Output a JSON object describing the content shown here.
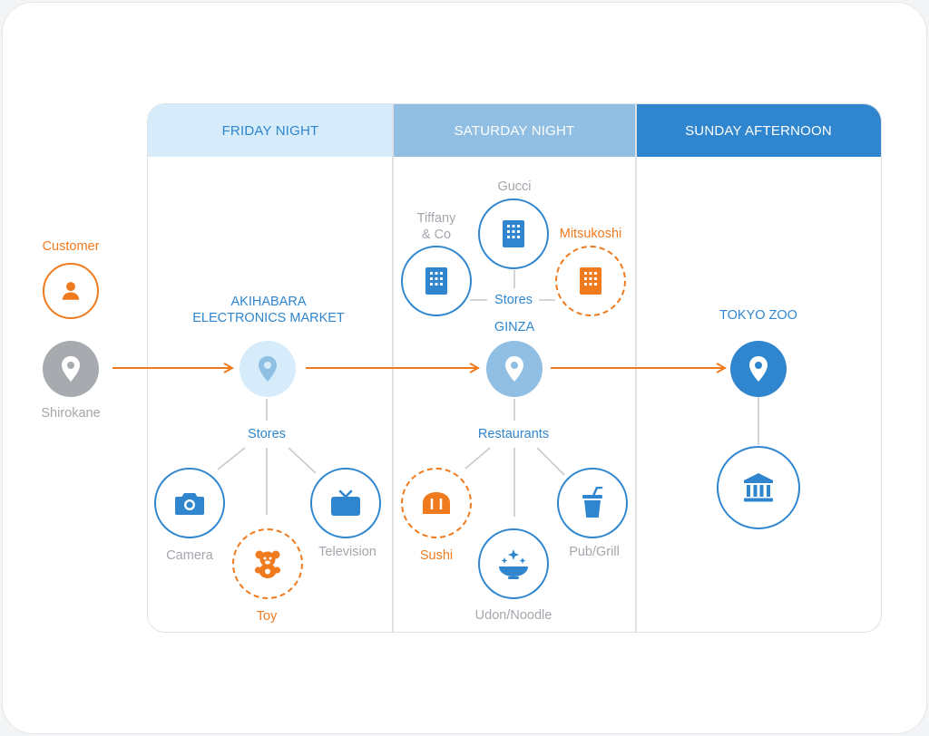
{
  "colors": {
    "accent_blue": "#2f86cf",
    "accent_orange": "#f07a1e",
    "friday_header_bg": "#d6ecfb",
    "saturday_header_bg": "#90bfe3",
    "sunday_header_bg": "#2f86cf",
    "muted_text": "#a3a7ad"
  },
  "columns": [
    {
      "label": "FRIDAY NIGHT"
    },
    {
      "label": "SATURDAY NIGHT"
    },
    {
      "label": "SUNDAY AFTERNOON"
    }
  ],
  "start": {
    "customer_label": "Customer",
    "origin_label": "Shirokane",
    "customer_icon": "person-icon",
    "origin_icon": "location-pin-icon"
  },
  "friday": {
    "location": "AKIHABARA\nELECTRONICS MARKET",
    "category": "Stores",
    "items": [
      {
        "label": "Camera",
        "icon": "camera-icon",
        "highlighted": false
      },
      {
        "label": "Toy",
        "icon": "teddy-bear-icon",
        "highlighted": true
      },
      {
        "label": "Television",
        "icon": "television-icon",
        "highlighted": false
      }
    ]
  },
  "saturday": {
    "location": "GINZA",
    "store_category": "Stores",
    "stores": [
      {
        "label": "Gucci",
        "icon": "building-icon",
        "highlighted": false
      },
      {
        "label": "Tiffany\n& Co",
        "icon": "building-icon",
        "highlighted": false
      },
      {
        "label": "Mitsukoshi",
        "icon": "building-icon",
        "highlighted": true
      }
    ],
    "restaurant_category": "Restaurants",
    "restaurants": [
      {
        "label": "Sushi",
        "icon": "sushi-icon",
        "highlighted": true
      },
      {
        "label": "Udon/Noodle",
        "icon": "noodle-bowl-icon",
        "highlighted": false
      },
      {
        "label": "Pub/Grill",
        "icon": "drink-cup-icon",
        "highlighted": false
      }
    ]
  },
  "sunday": {
    "location": "TOKYO ZOO",
    "icon": "museum-icon"
  }
}
